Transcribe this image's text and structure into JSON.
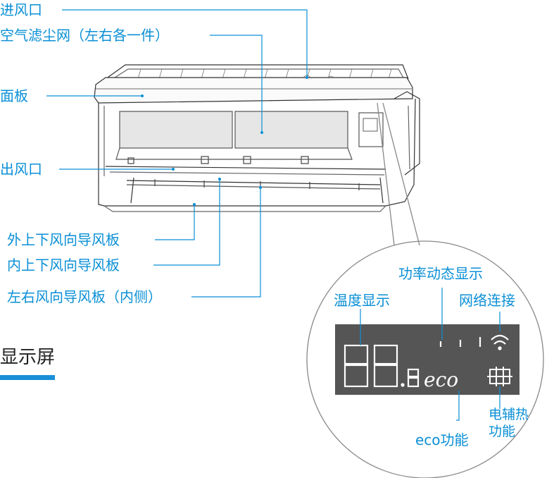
{
  "labels": {
    "air_inlet": "进风口",
    "air_filter": "空气滤尘网（左右各一件）",
    "panel": "面板",
    "air_outlet": "出风口",
    "outer_louver": "外上下风向导风板",
    "inner_louver": "内上下风向导风板",
    "lr_louver": "左右风向导风板（内侧）"
  },
  "display_section": {
    "heading": "显示屏",
    "callouts": {
      "power_dynamic": "功率动态显示",
      "temperature": "温度显示",
      "network": "网络连接",
      "electric_heat_line1": "电辅热",
      "electric_heat_line2": "功能",
      "eco": "eco功能"
    },
    "lcd": {
      "digits": "88.8",
      "eco_text": "eco"
    }
  },
  "colors": {
    "label_blue": "#0a8fd6",
    "accent_bar": "#1a8fd8",
    "lcd_background": "#555555",
    "lcd_segment": "#ffffff",
    "line_art": "#333333"
  }
}
